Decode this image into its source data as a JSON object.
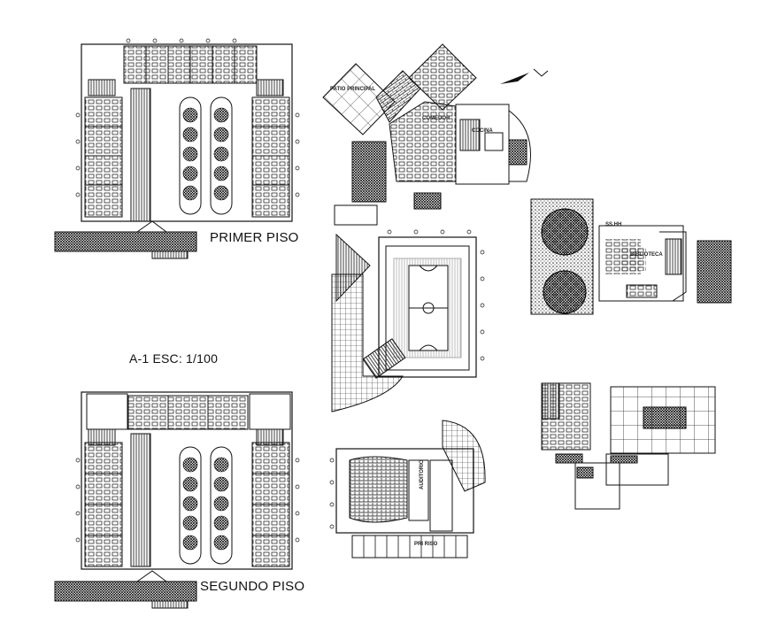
{
  "drawing": {
    "scale_note": "A-1 ESC: 1/100",
    "first_floor_label": "PRIMER PISO",
    "second_floor_label": "SEGUNDO PISO"
  },
  "rooms": {
    "patio": "PATIO PRINCIPAL",
    "comedor": "COMEDOR",
    "cocina": "COCINA",
    "sshh": "SS.HH",
    "biblioteca": "BIBLIOTECA",
    "auditorio": "AUDITORIO",
    "piso": "PRI RISO"
  },
  "colors": {
    "line": "#111111",
    "hatch": "#1a1a1a",
    "paper": "#ffffff"
  }
}
